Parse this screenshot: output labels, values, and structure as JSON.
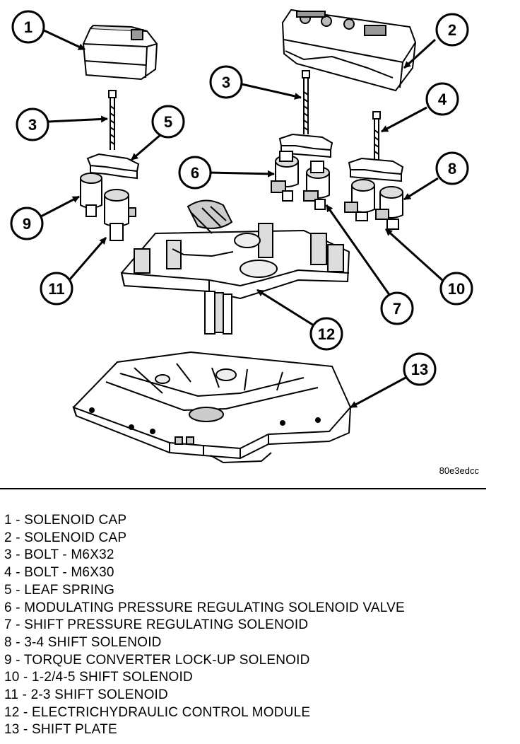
{
  "figure": {
    "reference_code": "80e3edcc",
    "callouts": [
      "1",
      "2",
      "3",
      "3",
      "4",
      "5",
      "6",
      "7",
      "8",
      "9",
      "10",
      "11",
      "12",
      "13"
    ]
  },
  "legend": [
    "1 - SOLENOID CAP",
    "2 - SOLENOID CAP",
    "3 - BOLT - M6X32",
    "4 - BOLT - M6X30",
    "5 - LEAF SPRING",
    "6 - MODULATING PRESSURE REGULATING SOLENOID VALVE",
    "7 - SHIFT PRESSURE REGULATING SOLENOID",
    "8 - 3-4 SHIFT SOLENOID",
    "9 - TORQUE CONVERTER LOCK-UP SOLENOID",
    "10 - 1-2/4-5 SHIFT SOLENOID",
    "11 - 2-3 SHIFT SOLENOID",
    "12 - ELECTRICHYDRAULIC CONTROL MODULE",
    "13 - SHIFT PLATE"
  ]
}
